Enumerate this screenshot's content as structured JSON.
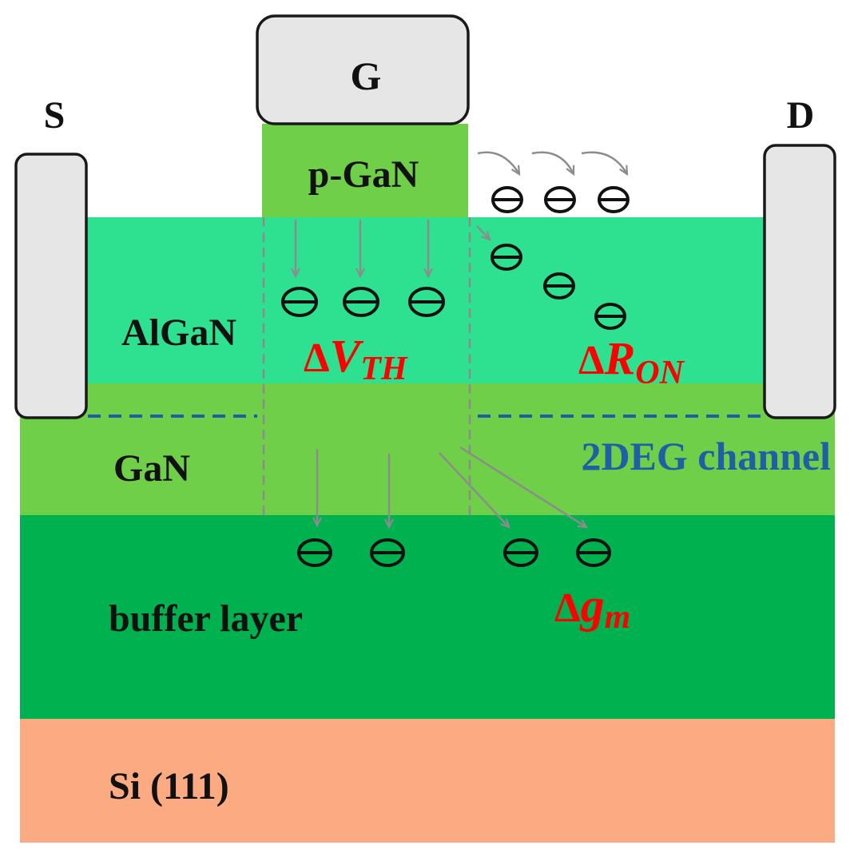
{
  "electrodes": {
    "gate": "G",
    "source": "S",
    "drain": "D"
  },
  "layers": {
    "p_gan": "p-GaN",
    "algan": "AlGaN",
    "gan": "GaN",
    "buffer": "buffer layer",
    "substrate": "Si (111)"
  },
  "channel_label": "2DEG channel",
  "effects": {
    "vth": {
      "symbol": "Δ",
      "main": "V",
      "sub": "TH"
    },
    "ron": {
      "symbol": "Δ",
      "main": "R",
      "sub": "ON"
    },
    "gm": {
      "symbol": "Δ",
      "main": "g",
      "sub": "m"
    }
  },
  "colors": {
    "electrode_fill": "#e6e6e6",
    "electrode_stroke": "#1a1a1a",
    "p_gan": "#6fcf48",
    "algan": "#2ee191",
    "gan": "#6fcf48",
    "buffer": "#00b14f",
    "substrate": "#fcaa82",
    "channel": "#1f5fa6",
    "effect_text": "#ff0000",
    "arrow": "#8c8c8c"
  },
  "icons": {
    "trapped_electron": "electron-minus-icon",
    "trapping_arrow": "arrow-icon"
  }
}
